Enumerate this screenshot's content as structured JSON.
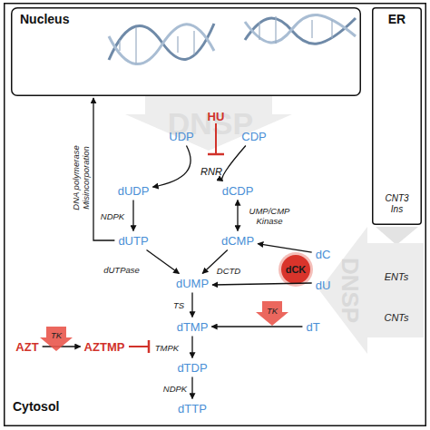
{
  "diagram": {
    "nodes": [
      {
        "text": [
          "Cytosol"
        ]
      },
      {
        "text": [
          "Nucleus"
        ],
        "in": 0
      },
      {
        "text": [
          "ER",
          "CNT3 Ins"
        ],
        "in": 0
      },
      {
        "text": [
          "UDP"
        ],
        "in": 0
      },
      {
        "text": [
          "CDP"
        ],
        "in": 0
      },
      {
        "text": [
          "dUDP"
        ],
        "in": 0
      },
      {
        "text": [
          "dCDP"
        ],
        "in": 0
      },
      {
        "text": [
          "dUTP"
        ],
        "in": 0
      },
      {
        "text": [
          "dCMP"
        ],
        "in": 0
      },
      {
        "text": [
          "dUMP"
        ],
        "in": 0
      },
      {
        "text": [
          "dC"
        ],
        "in": 0
      },
      {
        "text": [
          "dCK"
        ],
        "in": 0
      },
      {
        "text": [
          "dU"
        ],
        "in": 0
      },
      {
        "text": [
          "dTMP"
        ],
        "in": 0
      },
      {
        "text": [
          "dT"
        ],
        "in": 0
      },
      {
        "text": [
          "dTDP"
        ],
        "in": 0
      },
      {
        "text": [
          "dTTP"
        ],
        "in": 0
      },
      {
        "text": [
          "AZT"
        ],
        "in": 0
      },
      {
        "text": [
          "AZTMP"
        ],
        "in": 0
      }
    ],
    "edges": [
      {
        "from": 3,
        "to": 5,
        "arrow": "to"
      },
      {
        "from": 4,
        "to": 6,
        "arrow": "to"
      },
      {
        "from": 5,
        "to": 7,
        "label": "NDPK",
        "arrow": "to"
      },
      {
        "from": 6,
        "to": 8,
        "label": "UMP/CMP Kinase",
        "arrow": "both"
      },
      {
        "from": 7,
        "to": 9,
        "label": "dUTPase",
        "arrow": "to"
      },
      {
        "from": 8,
        "to": 9,
        "label": "DCTD",
        "arrow": "to"
      },
      {
        "from": 10,
        "to": 8,
        "arrow": "to"
      },
      {
        "from": 12,
        "to": 9,
        "arrow": "to"
      },
      {
        "from": 9,
        "to": 13,
        "label": "TS",
        "arrow": "to"
      },
      {
        "from": 14,
        "to": 13,
        "label": "TK",
        "arrow": "to"
      },
      {
        "from": 17,
        "to": 18,
        "label": "TK",
        "arrow": "to"
      },
      {
        "from": 13,
        "to": 15,
        "label": "TMPK",
        "arrow": "to"
      },
      {
        "from": 15,
        "to": 16,
        "label": "NDPK",
        "arrow": "to"
      },
      {
        "from": 7,
        "to": 1,
        "label": "DNA polymerase Misincorporation",
        "arrow": "to"
      }
    ],
    "labels": [
      "HU",
      "RNR",
      "DNSP",
      "DNSP",
      "ENTs",
      "CNTs"
    ]
  }
}
